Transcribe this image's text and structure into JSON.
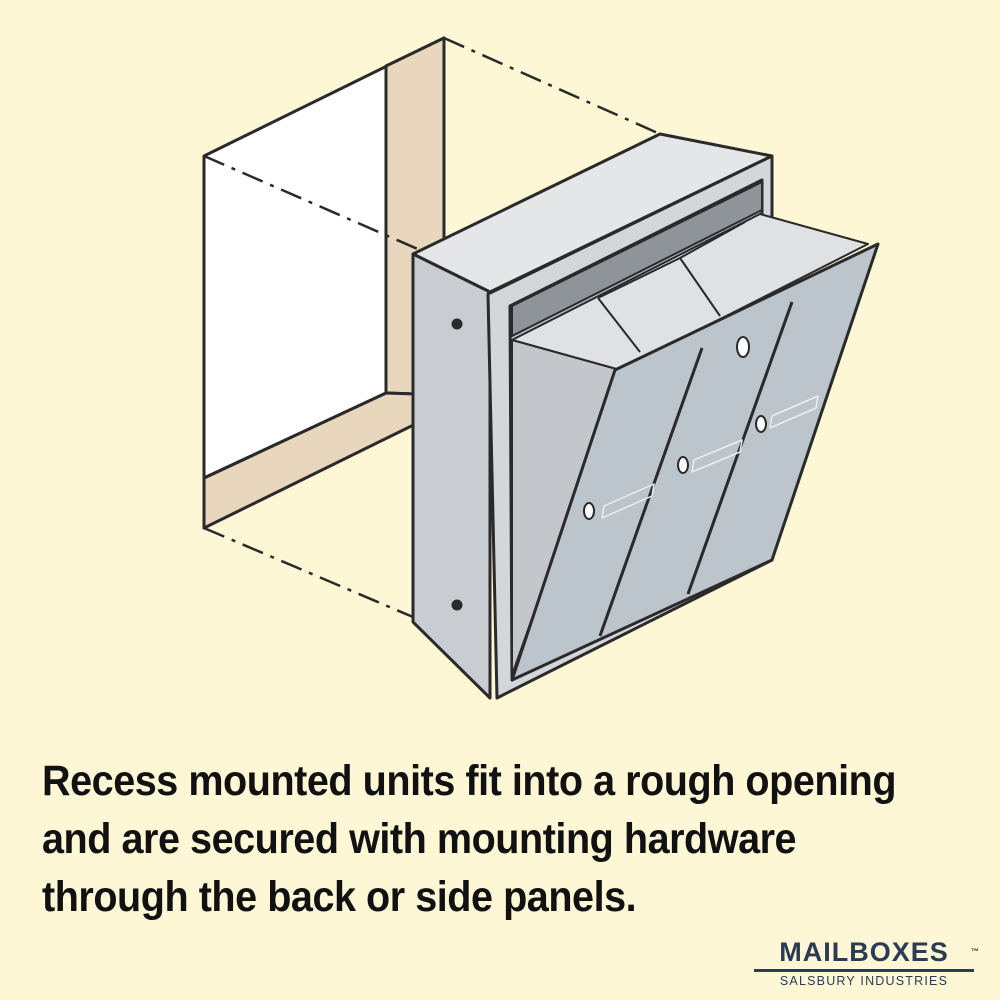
{
  "caption": {
    "line1": "Recess mounted units fit into a rough opening",
    "line2": "and are secured with mounting hardware",
    "line3": "through the back or side panels."
  },
  "brand": {
    "name": "MAILBOXES",
    "tm": "™",
    "subtitle": "SALSBURY INDUSTRIES"
  },
  "colors": {
    "background": "#fdf7d6",
    "wall_opening": "#ffffff",
    "wall_depth": "#e8d6bd",
    "unit_metal": "#c9ccd0",
    "door_metal": "#bcc4cc",
    "outline": "#2a2a2a",
    "brand": "#2b3a55"
  }
}
